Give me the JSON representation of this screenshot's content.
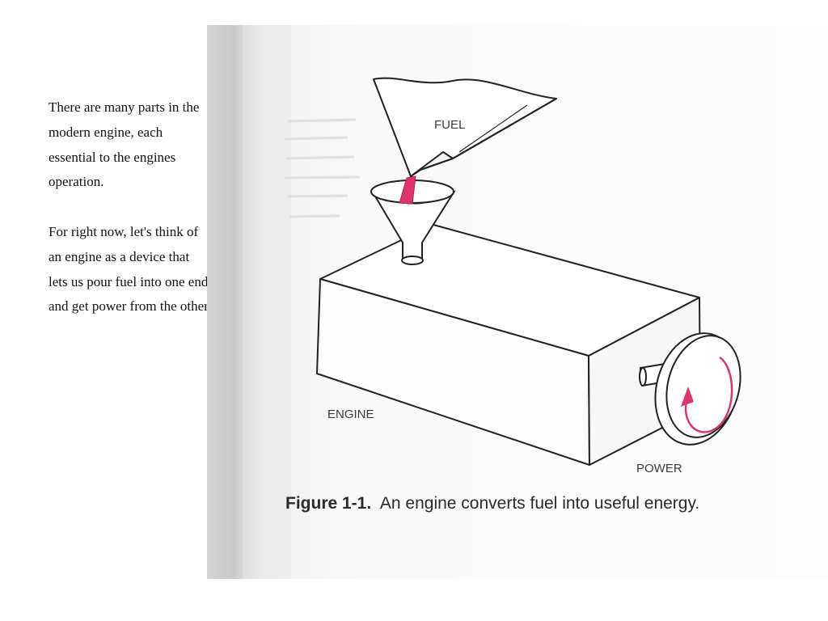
{
  "slide": {
    "paragraphs": [
      "There are many parts in the modern engine, each essential to the engines operation.",
      "For right now, let's think of an engine as a device that lets us pour fuel into one end and get power from the other"
    ]
  },
  "figure": {
    "labels": {
      "fuel": "FUEL",
      "engine": "ENGINE",
      "power": "POWER"
    },
    "caption_number": "Figure 1-1.",
    "caption_text": "An engine converts fuel into useful energy.",
    "colors": {
      "fuel_stream": "#e0336e",
      "power_arrow": "#e0336e",
      "page_shade": "#dcdcdc"
    }
  }
}
